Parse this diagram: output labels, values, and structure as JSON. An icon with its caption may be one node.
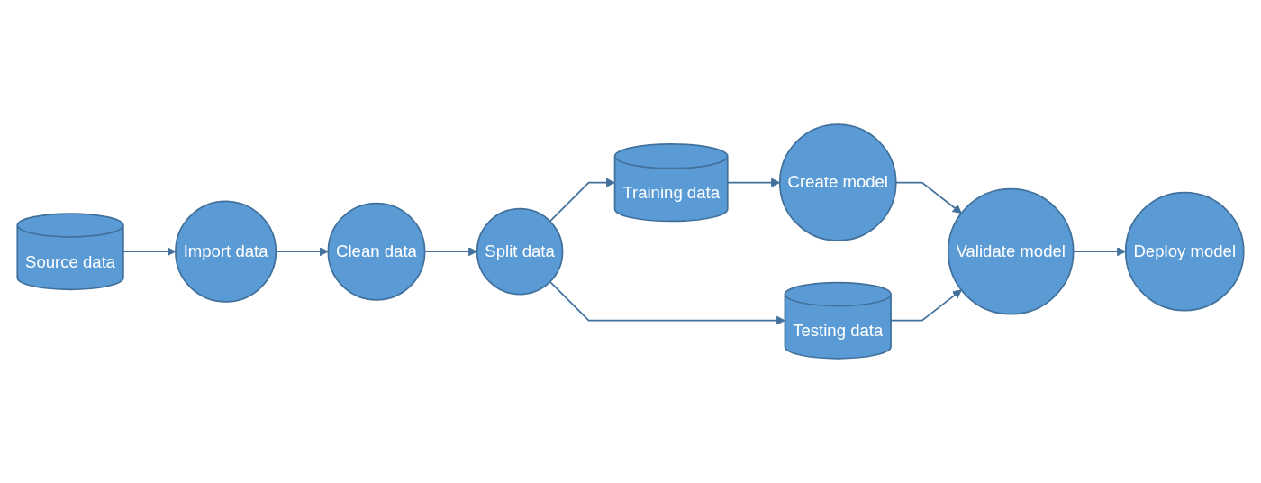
{
  "diagram": {
    "nodes": [
      {
        "text": [
          "Source data"
        ]
      },
      {
        "text": [
          "Import data"
        ]
      },
      {
        "text": [
          "Clean data"
        ]
      },
      {
        "text": [
          "Split data"
        ]
      },
      {
        "text": [
          "Training data"
        ]
      },
      {
        "text": [
          "Create model"
        ]
      },
      {
        "text": [
          "Validate model"
        ]
      },
      {
        "text": [
          "Deploy model"
        ]
      },
      {
        "text": [
          "Testing data"
        ]
      }
    ],
    "edges": [
      {
        "from": 0,
        "to": 1,
        "arrow": "to"
      },
      {
        "from": 1,
        "to": 2,
        "arrow": "to"
      },
      {
        "from": 2,
        "to": 3,
        "arrow": "to"
      },
      {
        "from": 3,
        "to": 4,
        "arrow": "to"
      },
      {
        "from": 3,
        "to": 8,
        "arrow": "to"
      },
      {
        "from": 4,
        "to": 5,
        "arrow": "to"
      },
      {
        "from": 5,
        "to": 6,
        "arrow": "to"
      },
      {
        "from": 8,
        "to": 6,
        "arrow": "to"
      },
      {
        "from": 6,
        "to": 7,
        "arrow": "to"
      }
    ]
  }
}
